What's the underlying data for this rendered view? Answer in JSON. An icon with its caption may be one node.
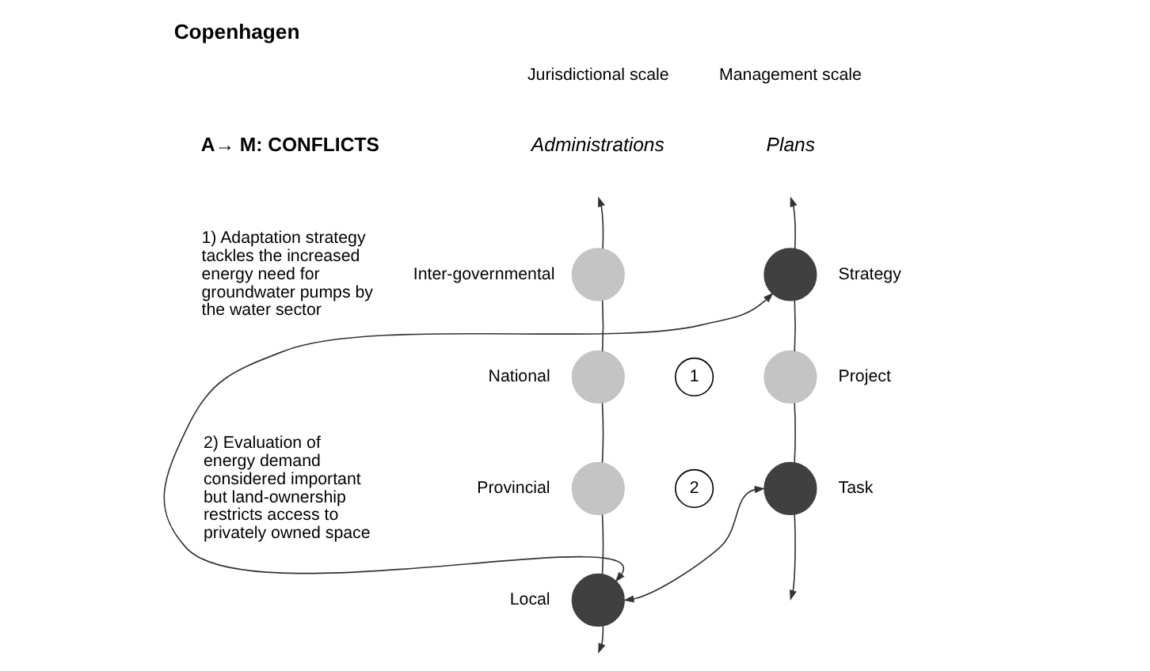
{
  "diagram": {
    "title": "Copenhagen",
    "nodes": [
      {
        "text": [],
        "shape": "circle",
        "beside": [
          "Inter-governmental"
        ]
      },
      {
        "text": [],
        "shape": "circle",
        "beside": [
          "National"
        ]
      },
      {
        "text": [],
        "shape": "circle",
        "beside": [
          "Provincial"
        ]
      },
      {
        "text": [],
        "shape": "circle",
        "beside": [
          "Local"
        ]
      },
      {
        "text": [],
        "shape": "circle",
        "beside": [
          "Strategy"
        ]
      },
      {
        "text": [],
        "shape": "circle",
        "beside": [
          "Project"
        ]
      },
      {
        "text": [],
        "shape": "circle",
        "beside": [
          "Task"
        ]
      },
      {
        "text": [
          "1"
        ]
      },
      {
        "text": [
          "2"
        ]
      }
    ],
    "edges": [
      {
        "from": 0,
        "to": null,
        "arrow": "to"
      },
      {
        "from": 0,
        "to": 1,
        "arrow": "none"
      },
      {
        "from": 1,
        "to": 2,
        "arrow": "none"
      },
      {
        "from": 2,
        "to": 3,
        "arrow": "none"
      },
      {
        "from": 3,
        "to": null,
        "arrow": "to"
      },
      {
        "from": 4,
        "to": null,
        "arrow": "to"
      },
      {
        "from": 4,
        "to": 5,
        "arrow": "none"
      },
      {
        "from": 5,
        "to": 6,
        "arrow": "none"
      },
      {
        "from": 6,
        "to": null,
        "arrow": "to"
      },
      {
        "from": 3,
        "to": 4,
        "arrow": "both"
      },
      {
        "from": 3,
        "to": 6,
        "arrow": "both"
      }
    ],
    "labels": [
      "A→ M: CONFLICTS",
      "1) Adaptation strategy tackles the increased energy need for groundwater pumps by the water sector",
      "2) Evaluation of energy demand considered important but land-ownership restricts access to privately owned space",
      "Jurisdictional scale",
      "Administrations",
      "Management scale",
      "Plans"
    ]
  }
}
